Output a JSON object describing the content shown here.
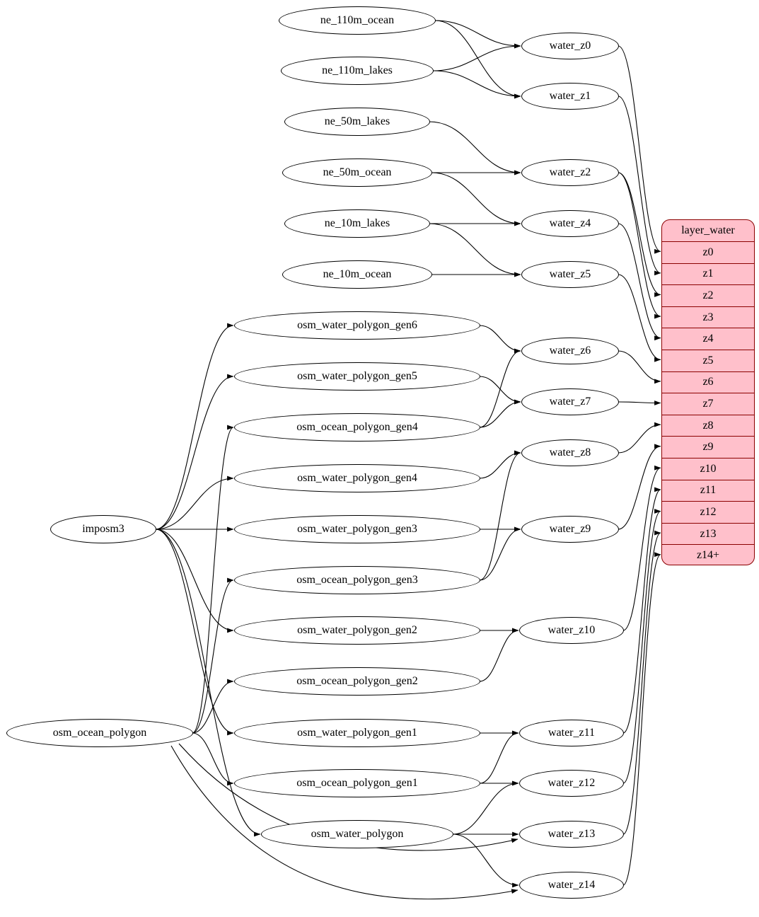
{
  "colors": {
    "node_fill": "#ffffff",
    "node_border": "#000000",
    "edge": "#000000",
    "table_fill": "#ffc0cb",
    "table_border": "#8b0000",
    "text": "#000000"
  },
  "nodes": [
    {
      "id": "ne_110m_ocean",
      "label": "ne_110m_ocean"
    },
    {
      "id": "ne_110m_lakes",
      "label": "ne_110m_lakes"
    },
    {
      "id": "ne_50m_lakes",
      "label": "ne_50m_lakes"
    },
    {
      "id": "ne_50m_ocean",
      "label": "ne_50m_ocean"
    },
    {
      "id": "ne_10m_lakes",
      "label": "ne_10m_lakes"
    },
    {
      "id": "ne_10m_ocean",
      "label": "ne_10m_ocean"
    },
    {
      "id": "imposm3",
      "label": "imposm3"
    },
    {
      "id": "osm_ocean_polygon",
      "label": "osm_ocean_polygon"
    },
    {
      "id": "osm_water_polygon_gen6",
      "label": "osm_water_polygon_gen6"
    },
    {
      "id": "osm_water_polygon_gen5",
      "label": "osm_water_polygon_gen5"
    },
    {
      "id": "osm_ocean_polygon_gen4",
      "label": "osm_ocean_polygon_gen4"
    },
    {
      "id": "osm_water_polygon_gen4",
      "label": "osm_water_polygon_gen4"
    },
    {
      "id": "osm_water_polygon_gen3",
      "label": "osm_water_polygon_gen3"
    },
    {
      "id": "osm_ocean_polygon_gen3",
      "label": "osm_ocean_polygon_gen3"
    },
    {
      "id": "osm_water_polygon_gen2",
      "label": "osm_water_polygon_gen2"
    },
    {
      "id": "osm_ocean_polygon_gen2",
      "label": "osm_ocean_polygon_gen2"
    },
    {
      "id": "osm_water_polygon_gen1",
      "label": "osm_water_polygon_gen1"
    },
    {
      "id": "osm_ocean_polygon_gen1",
      "label": "osm_ocean_polygon_gen1"
    },
    {
      "id": "osm_water_polygon",
      "label": "osm_water_polygon"
    },
    {
      "id": "water_z0",
      "label": "water_z0"
    },
    {
      "id": "water_z1",
      "label": "water_z1"
    },
    {
      "id": "water_z2",
      "label": "water_z2"
    },
    {
      "id": "water_z4",
      "label": "water_z4"
    },
    {
      "id": "water_z5",
      "label": "water_z5"
    },
    {
      "id": "water_z6",
      "label": "water_z6"
    },
    {
      "id": "water_z7",
      "label": "water_z7"
    },
    {
      "id": "water_z8",
      "label": "water_z8"
    },
    {
      "id": "water_z9",
      "label": "water_z9"
    },
    {
      "id": "water_z10",
      "label": "water_z10"
    },
    {
      "id": "water_z11",
      "label": "water_z11"
    },
    {
      "id": "water_z12",
      "label": "water_z12"
    },
    {
      "id": "water_z13",
      "label": "water_z13"
    },
    {
      "id": "water_z14",
      "label": "water_z14"
    }
  ],
  "table": {
    "title": "layer_water",
    "rows": [
      "z0",
      "z1",
      "z2",
      "z3",
      "z4",
      "z5",
      "z6",
      "z7",
      "z8",
      "z9",
      "z10",
      "z11",
      "z12",
      "z13",
      "z14+"
    ]
  },
  "edges": [
    {
      "from": "ne_110m_ocean",
      "to": "water_z0"
    },
    {
      "from": "ne_110m_ocean",
      "to": "water_z1"
    },
    {
      "from": "ne_110m_lakes",
      "to": "water_z0"
    },
    {
      "from": "ne_110m_lakes",
      "to": "water_z1"
    },
    {
      "from": "ne_50m_lakes",
      "to": "water_z2"
    },
    {
      "from": "ne_50m_ocean",
      "to": "water_z2"
    },
    {
      "from": "ne_50m_ocean",
      "to": "water_z4"
    },
    {
      "from": "ne_10m_lakes",
      "to": "water_z4"
    },
    {
      "from": "ne_10m_lakes",
      "to": "water_z5"
    },
    {
      "from": "ne_10m_ocean",
      "to": "water_z5"
    },
    {
      "from": "imposm3",
      "to": "osm_water_polygon_gen6"
    },
    {
      "from": "imposm3",
      "to": "osm_water_polygon_gen5"
    },
    {
      "from": "imposm3",
      "to": "osm_water_polygon_gen4"
    },
    {
      "from": "imposm3",
      "to": "osm_water_polygon_gen3"
    },
    {
      "from": "imposm3",
      "to": "osm_water_polygon_gen2"
    },
    {
      "from": "imposm3",
      "to": "osm_water_polygon_gen1"
    },
    {
      "from": "imposm3",
      "to": "osm_water_polygon"
    },
    {
      "from": "osm_ocean_polygon",
      "to": "osm_ocean_polygon_gen4"
    },
    {
      "from": "osm_ocean_polygon",
      "to": "osm_ocean_polygon_gen3"
    },
    {
      "from": "osm_ocean_polygon",
      "to": "osm_ocean_polygon_gen2"
    },
    {
      "from": "osm_ocean_polygon",
      "to": "osm_ocean_polygon_gen1"
    },
    {
      "from": "osm_ocean_polygon",
      "to": "water_z13"
    },
    {
      "from": "osm_ocean_polygon",
      "to": "water_z14"
    },
    {
      "from": "osm_water_polygon_gen6",
      "to": "water_z6"
    },
    {
      "from": "osm_water_polygon_gen5",
      "to": "water_z7"
    },
    {
      "from": "osm_ocean_polygon_gen4",
      "to": "water_z6"
    },
    {
      "from": "osm_ocean_polygon_gen4",
      "to": "water_z7"
    },
    {
      "from": "osm_water_polygon_gen4",
      "to": "water_z8"
    },
    {
      "from": "osm_ocean_polygon_gen3",
      "to": "water_z8"
    },
    {
      "from": "osm_water_polygon_gen3",
      "to": "water_z9"
    },
    {
      "from": "osm_ocean_polygon_gen3",
      "to": "water_z9"
    },
    {
      "from": "osm_water_polygon_gen2",
      "to": "water_z10"
    },
    {
      "from": "osm_ocean_polygon_gen2",
      "to": "water_z10"
    },
    {
      "from": "osm_water_polygon_gen1",
      "to": "water_z11"
    },
    {
      "from": "osm_ocean_polygon_gen1",
      "to": "water_z11"
    },
    {
      "from": "osm_ocean_polygon_gen1",
      "to": "water_z12"
    },
    {
      "from": "osm_water_polygon",
      "to": "water_z12"
    },
    {
      "from": "osm_water_polygon",
      "to": "water_z13"
    },
    {
      "from": "osm_water_polygon",
      "to": "water_z14"
    },
    {
      "from": "water_z0",
      "to": "layer_water:z0"
    },
    {
      "from": "water_z1",
      "to": "layer_water:z1"
    },
    {
      "from": "water_z2",
      "to": "layer_water:z2"
    },
    {
      "from": "water_z2",
      "to": "layer_water:z3"
    },
    {
      "from": "water_z4",
      "to": "layer_water:z4"
    },
    {
      "from": "water_z5",
      "to": "layer_water:z5"
    },
    {
      "from": "water_z6",
      "to": "layer_water:z6"
    },
    {
      "from": "water_z7",
      "to": "layer_water:z7"
    },
    {
      "from": "water_z8",
      "to": "layer_water:z8"
    },
    {
      "from": "water_z9",
      "to": "layer_water:z9"
    },
    {
      "from": "water_z10",
      "to": "layer_water:z10"
    },
    {
      "from": "water_z11",
      "to": "layer_water:z11"
    },
    {
      "from": "water_z12",
      "to": "layer_water:z12"
    },
    {
      "from": "water_z13",
      "to": "layer_water:z13"
    },
    {
      "from": "water_z14",
      "to": "layer_water:z14+"
    }
  ]
}
